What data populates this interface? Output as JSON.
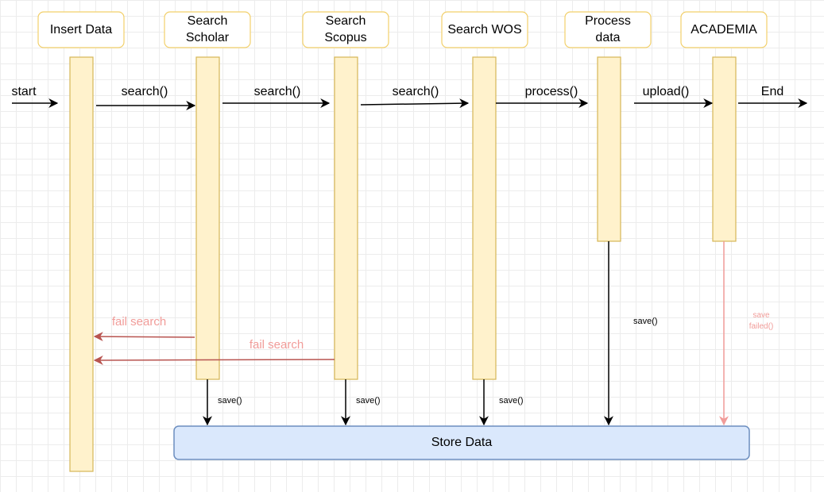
{
  "participants": [
    {
      "id": "insert",
      "label_lines": [
        "Insert Data"
      ]
    },
    {
      "id": "scholar",
      "label_lines": [
        "Search",
        "Scholar"
      ]
    },
    {
      "id": "scopus",
      "label_lines": [
        "Search",
        "Scopus"
      ]
    },
    {
      "id": "wos",
      "label_lines": [
        "Search WOS"
      ]
    },
    {
      "id": "process",
      "label_lines": [
        "Process",
        "data"
      ]
    },
    {
      "id": "academia",
      "label_lines": [
        "ACADEMIA"
      ]
    }
  ],
  "messages": {
    "start": "start",
    "search_1": "search()",
    "search_2": "search()",
    "search_3": "search()",
    "process": "process()",
    "upload": "upload()",
    "end": "End"
  },
  "fail_messages": {
    "fail_1": "fail search",
    "fail_2": "fail search"
  },
  "save_labels": {
    "scholar": "save()",
    "scopus": "save()",
    "wos": "save()",
    "process": "save()",
    "academia_lines": [
      "save",
      "failed()"
    ]
  },
  "store": {
    "label": "Store Data"
  },
  "colors": {
    "header_border": "#f2d06b",
    "lifeline_fill": "#fff2cc",
    "lifeline_border": "#d6b656",
    "store_fill": "#dae8fc",
    "store_border": "#6c8ebf",
    "fail_arrow": "#b85450",
    "fail_text": "#f19c99",
    "failed_save_arrow": "#f19c99"
  }
}
